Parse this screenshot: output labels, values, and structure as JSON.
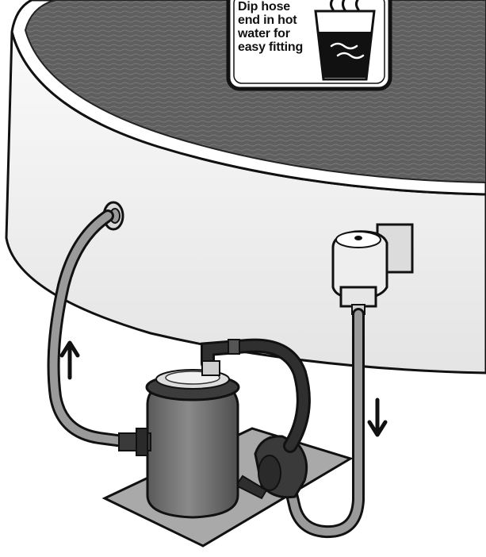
{
  "callout": {
    "lines": [
      "Dip hose",
      "end in hot",
      "water for",
      "easy fitting"
    ],
    "icon": "hot-water-cup-icon"
  },
  "flow_arrows": {
    "return": "arrow-up-icon",
    "intake": "arrow-down-icon"
  },
  "colors": {
    "pool_water": "#5f5f5f",
    "pool_wall": "#f4f4f4",
    "outline": "#111111",
    "hose": "#9a9a9a",
    "pump_body": "#6e6e6e",
    "base_plate": "#a9a9a9"
  }
}
